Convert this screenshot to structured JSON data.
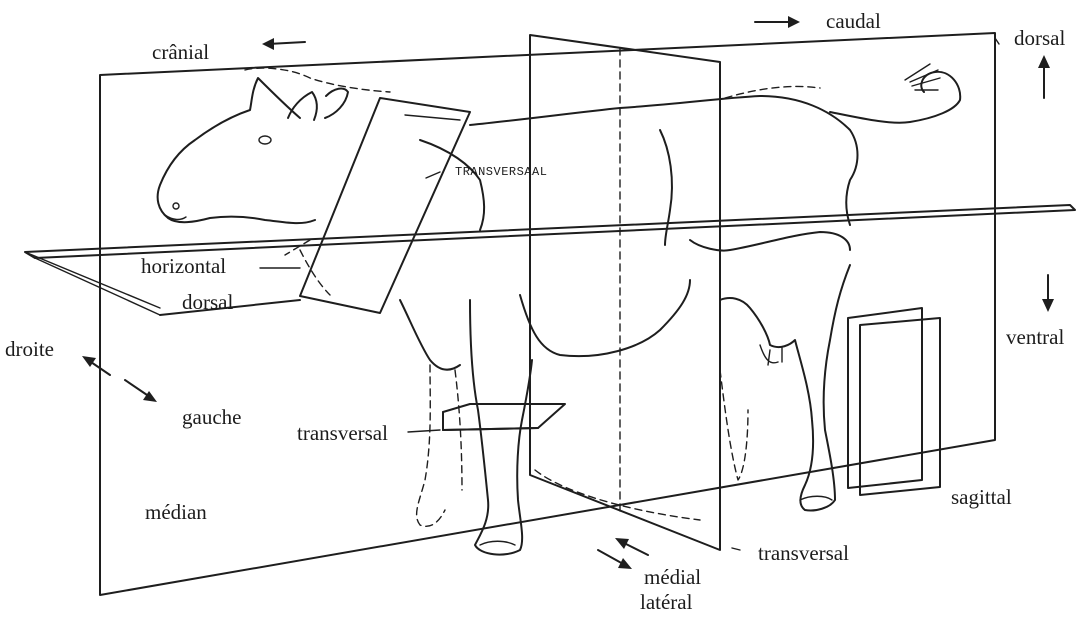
{
  "labels": {
    "cranial": "crânial",
    "caudal": "caudal",
    "dorsal_top": "dorsal",
    "ventral": "ventral",
    "transversaal": "TRANSVERSAAL",
    "horizontal": "horizontal",
    "dorsal_mid": "dorsal",
    "droite": "droite",
    "gauche": "gauche",
    "transversal_left": "transversal",
    "median": "médian",
    "sagittal": "sagittal",
    "transversal_bottom": "transversal",
    "medial": "médial",
    "lateral": "latéral"
  },
  "colors": {
    "ink": "#1e1e1e",
    "paper": "#ffffff"
  },
  "icons": {
    "arrow": "arrow-icon"
  }
}
